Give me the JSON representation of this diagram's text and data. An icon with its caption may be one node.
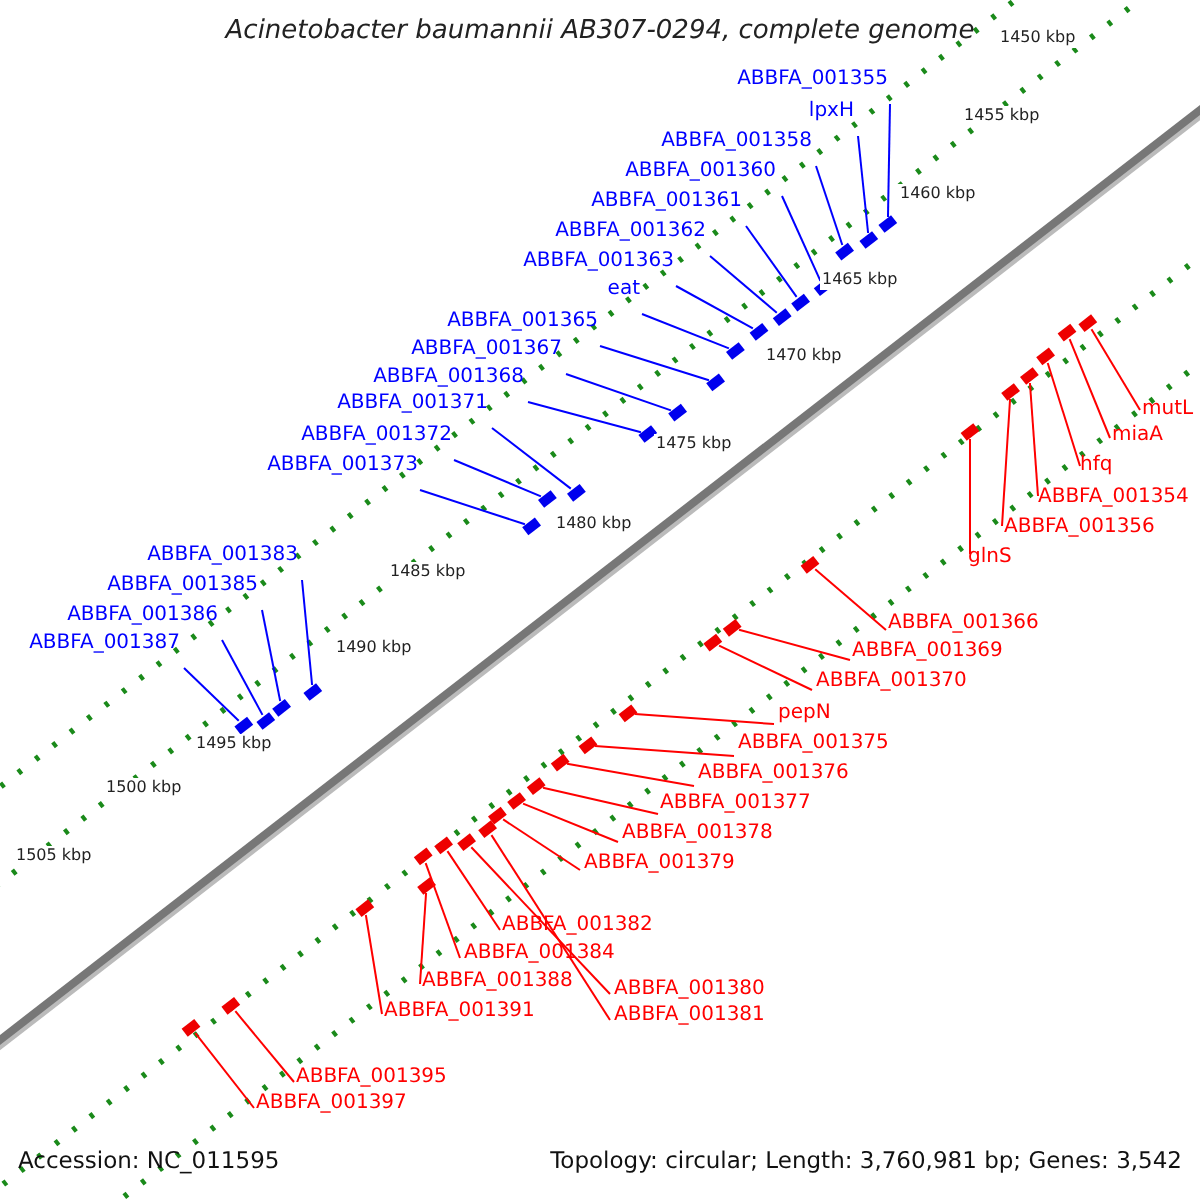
{
  "diagram": {
    "title": "Acinetobacter baumannii AB307-0294, complete genome",
    "nodes": [
      {
        "text": [
          "ABBFA_001355"
        ]
      },
      {
        "text": [
          "lpxH"
        ]
      },
      {
        "text": [
          "ABBFA_001358"
        ]
      },
      {
        "text": [
          "ABBFA_001360"
        ]
      },
      {
        "text": [
          "ABBFA_001361"
        ]
      },
      {
        "text": [
          "ABBFA_001362"
        ]
      },
      {
        "text": [
          "ABBFA_001363"
        ]
      },
      {
        "text": [
          "eat"
        ]
      },
      {
        "text": [
          "ABBFA_001365"
        ]
      },
      {
        "text": [
          "ABBFA_001367"
        ]
      },
      {
        "text": [
          "ABBFA_001368"
        ]
      },
      {
        "text": [
          "ABBFA_001371"
        ]
      },
      {
        "text": [
          "ABBFA_001372"
        ]
      },
      {
        "text": [
          "ABBFA_001373"
        ]
      },
      {
        "text": [
          "ABBFA_001383"
        ]
      },
      {
        "text": [
          "ABBFA_001385"
        ]
      },
      {
        "text": [
          "ABBFA_001386"
        ]
      },
      {
        "text": [
          "ABBFA_001387"
        ]
      },
      {
        "text": [
          "mutL"
        ]
      },
      {
        "text": [
          "miaA"
        ]
      },
      {
        "text": [
          "hfq"
        ]
      },
      {
        "text": [
          "ABBFA_001354"
        ]
      },
      {
        "text": [
          "ABBFA_001356"
        ]
      },
      {
        "text": [
          "glnS"
        ]
      },
      {
        "text": [
          "ABBFA_001366"
        ]
      },
      {
        "text": [
          "ABBFA_001369"
        ]
      },
      {
        "text": [
          "ABBFA_001370"
        ]
      },
      {
        "text": [
          "pepN"
        ]
      },
      {
        "text": [
          "ABBFA_001375"
        ]
      },
      {
        "text": [
          "ABBFA_001376"
        ]
      },
      {
        "text": [
          "ABBFA_001377"
        ]
      },
      {
        "text": [
          "ABBFA_001378"
        ]
      },
      {
        "text": [
          "ABBFA_001379"
        ]
      },
      {
        "text": [
          "ABBFA_001382"
        ]
      },
      {
        "text": [
          "ABBFA_001384"
        ]
      },
      {
        "text": [
          "ABBFA_001388"
        ]
      },
      {
        "text": [
          "ABBFA_001380"
        ]
      },
      {
        "text": [
          "ABBFA_001391"
        ]
      },
      {
        "text": [
          "ABBFA_001381"
        ]
      },
      {
        "text": [
          "ABBFA_001395"
        ]
      },
      {
        "text": [
          "ABBFA_001397"
        ]
      },
      {
        "text": [],
        "shape": "box"
      },
      {
        "text": [],
        "shape": "box"
      },
      {
        "text": [],
        "shape": "box"
      },
      {
        "text": [],
        "shape": "box"
      },
      {
        "text": [],
        "shape": "box"
      },
      {
        "text": [],
        "shape": "box"
      },
      {
        "text": [],
        "shape": "box"
      },
      {
        "text": [],
        "shape": "box"
      },
      {
        "text": [],
        "shape": "box"
      },
      {
        "text": [],
        "shape": "box"
      },
      {
        "text": [],
        "shape": "box"
      },
      {
        "text": [],
        "shape": "box"
      },
      {
        "text": [],
        "shape": "box"
      },
      {
        "text": [],
        "shape": "box"
      },
      {
        "text": [],
        "shape": "box"
      },
      {
        "text": [],
        "shape": "box"
      },
      {
        "text": [],
        "shape": "box"
      },
      {
        "text": [],
        "shape": "box"
      },
      {
        "text": [],
        "shape": "box"
      },
      {
        "text": [],
        "shape": "box"
      },
      {
        "text": [],
        "shape": "box"
      },
      {
        "text": [],
        "shape": "box"
      },
      {
        "text": [],
        "shape": "box"
      },
      {
        "text": [],
        "shape": "box"
      },
      {
        "text": [],
        "shape": "box"
      },
      {
        "text": [],
        "shape": "box"
      },
      {
        "text": [],
        "shape": "box"
      },
      {
        "text": [],
        "shape": "box"
      },
      {
        "text": [],
        "shape": "box"
      },
      {
        "text": [],
        "shape": "box"
      },
      {
        "text": [],
        "shape": "box"
      },
      {
        "text": [],
        "shape": "box"
      },
      {
        "text": [],
        "shape": "box"
      },
      {
        "text": [],
        "shape": "box"
      },
      {
        "text": [],
        "shape": "box"
      },
      {
        "text": [],
        "shape": "box"
      },
      {
        "text": [],
        "shape": "box"
      },
      {
        "text": [],
        "shape": "box"
      },
      {
        "text": [],
        "shape": "box"
      },
      {
        "text": [],
        "shape": "box"
      },
      {
        "text": [],
        "shape": "box"
      }
    ],
    "edges": [
      {
        "from": 0,
        "to": 41,
        "arrow": "none",
        "color": "#0000ff"
      },
      {
        "from": 1,
        "to": 42,
        "arrow": "none",
        "color": "#0000ff"
      },
      {
        "from": 2,
        "to": 43,
        "arrow": "none",
        "color": "#0000ff"
      },
      {
        "from": 3,
        "to": 44,
        "arrow": "none",
        "color": "#0000ff"
      },
      {
        "from": 4,
        "to": 45,
        "arrow": "none",
        "color": "#0000ff"
      },
      {
        "from": 5,
        "to": 46,
        "arrow": "none",
        "color": "#0000ff"
      },
      {
        "from": 6,
        "to": 47,
        "arrow": "none",
        "color": "#0000ff"
      },
      {
        "from": 7,
        "to": 48,
        "arrow": "none",
        "color": "#0000ff"
      },
      {
        "from": 8,
        "to": 49,
        "arrow": "none",
        "color": "#0000ff"
      },
      {
        "from": 9,
        "to": 50,
        "arrow": "none",
        "color": "#0000ff"
      },
      {
        "from": 10,
        "to": 51,
        "arrow": "none",
        "color": "#0000ff"
      },
      {
        "from": 11,
        "to": 52,
        "arrow": "none",
        "color": "#0000ff"
      },
      {
        "from": 12,
        "to": 53,
        "arrow": "none",
        "color": "#0000ff"
      },
      {
        "from": 13,
        "to": 54,
        "arrow": "none",
        "color": "#0000ff"
      },
      {
        "from": 14,
        "to": 55,
        "arrow": "none",
        "color": "#0000ff"
      },
      {
        "from": 15,
        "to": 56,
        "arrow": "none",
        "color": "#0000ff"
      },
      {
        "from": 16,
        "to": 57,
        "arrow": "none",
        "color": "#0000ff"
      },
      {
        "from": 17,
        "to": 58,
        "arrow": "none",
        "color": "#0000ff"
      },
      {
        "from": 18,
        "to": 59,
        "arrow": "none"
      },
      {
        "from": 19,
        "to": 60,
        "arrow": "none"
      },
      {
        "from": 20,
        "to": 61,
        "arrow": "none"
      },
      {
        "from": 21,
        "to": 62,
        "arrow": "none"
      },
      {
        "from": 22,
        "to": 63,
        "arrow": "none"
      },
      {
        "from": 23,
        "to": 64,
        "arrow": "none"
      },
      {
        "from": 24,
        "to": 65,
        "arrow": "none"
      },
      {
        "from": 25,
        "to": 66,
        "arrow": "none"
      },
      {
        "from": 26,
        "to": 67,
        "arrow": "none"
      },
      {
        "from": 27,
        "to": 68,
        "arrow": "none"
      },
      {
        "from": 28,
        "to": 69,
        "arrow": "none"
      },
      {
        "from": 29,
        "to": 70,
        "arrow": "none"
      },
      {
        "from": 30,
        "to": 71,
        "arrow": "none"
      },
      {
        "from": 31,
        "to": 72,
        "arrow": "none"
      },
      {
        "from": 32,
        "to": 73,
        "arrow": "none"
      },
      {
        "from": 33,
        "to": 74,
        "arrow": "none"
      },
      {
        "from": 34,
        "to": 75,
        "arrow": "none"
      },
      {
        "from": 35,
        "to": 76,
        "arrow": "none"
      },
      {
        "from": 36,
        "to": 77,
        "arrow": "none"
      },
      {
        "from": 37,
        "to": 78,
        "arrow": "none"
      },
      {
        "from": 38,
        "to": 79,
        "arrow": "none"
      },
      {
        "from": 39,
        "to": 80,
        "arrow": "none"
      },
      {
        "from": 40,
        "to": 81,
        "arrow": "none"
      }
    ],
    "labels": [
      "1450 kbp",
      "1455 kbp",
      "1460 kbp",
      "1465 kbp",
      "1470 kbp",
      "1475 kbp",
      "1480 kbp",
      "1485 kbp",
      "1490 kbp",
      "1495 kbp",
      "1500 kbp",
      "1505 kbp",
      "Accession: NC_011595",
      "Topology: circular; Length: 3,760,981 bp; Genes: 3,542"
    ]
  }
}
